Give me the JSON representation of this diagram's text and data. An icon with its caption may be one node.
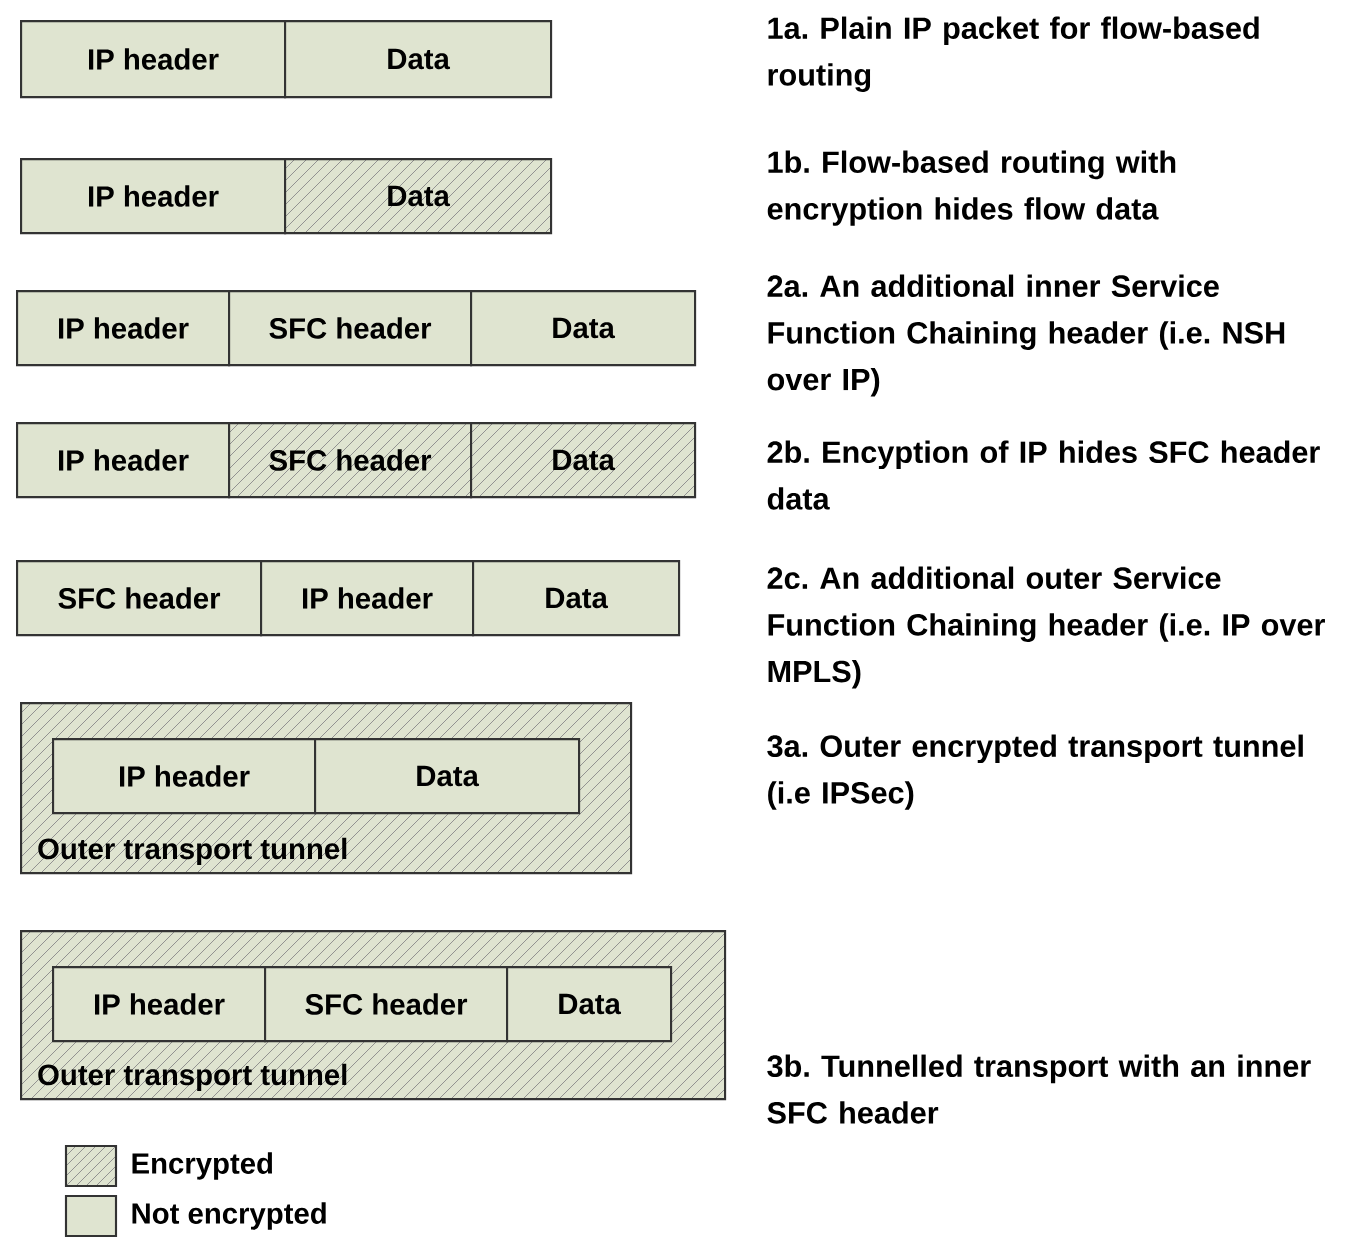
{
  "diagram": {
    "nodes": [
      {
        "text": [
          "IP header"
        ]
      },
      {
        "text": [
          "Data"
        ]
      },
      {
        "text": [
          "IP header"
        ]
      },
      {
        "text": [
          "Data"
        ]
      },
      {
        "text": [
          "IP header"
        ]
      },
      {
        "text": [
          "SFC header"
        ]
      },
      {
        "text": [
          "Data"
        ]
      },
      {
        "text": [
          "IP header"
        ]
      },
      {
        "text": [
          "SFC header"
        ]
      },
      {
        "text": [
          "Data"
        ]
      },
      {
        "text": [
          "SFC header"
        ]
      },
      {
        "text": [
          "IP header"
        ]
      },
      {
        "text": [
          "Data"
        ]
      },
      {
        "text": [
          "Outer transport tunnel"
        ]
      },
      {
        "text": [
          "IP header"
        ],
        "in": 13
      },
      {
        "text": [
          "Data"
        ],
        "in": 13
      },
      {
        "text": [
          "Outer transport tunnel"
        ]
      },
      {
        "text": [
          "IP header"
        ],
        "in": 16
      },
      {
        "text": [
          "SFC header"
        ],
        "in": 16
      },
      {
        "text": [
          "Data"
        ],
        "in": 16
      }
    ],
    "labels": [
      "1a. Plain IP packet for flow-based routing",
      "1b. Flow-based routing with encryption hides flow data",
      "2a. An additional inner Service Function Chaining header (i.e. NSH over IP)",
      "2b. Encyption of IP hides SFC header data",
      "2c. An additional outer Service Function Chaining header (i.e. IP over MPLS)",
      "3a. Outer encrypted transport tunnel (i.e IPSec)",
      "3b. Tunnelled transport with an inner SFC header"
    ],
    "legend": [
      {
        "text": "Encrypted"
      },
      {
        "text": "Not encrypted",
        "color": "#dfe4d0"
      }
    ]
  }
}
